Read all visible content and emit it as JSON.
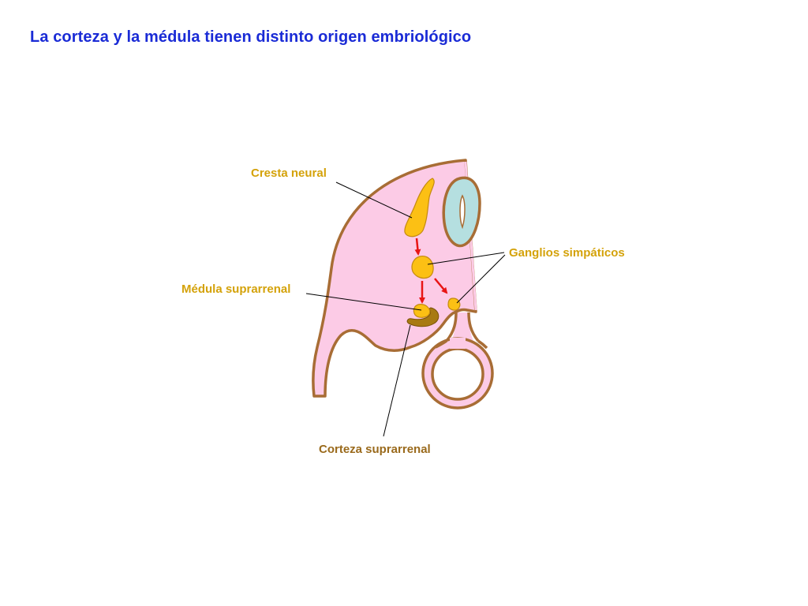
{
  "title": "La corteza y la médula tienen distinto origen embriológico",
  "labels": {
    "neural_crest": "Cresta neural",
    "sympathetic_ganglia": "Ganglios simpáticos",
    "adrenal_medulla": "Médula suprarrenal",
    "adrenal_cortex": "Corteza suprarrenal"
  },
  "colors": {
    "title": "#1a2bd6",
    "label_yellow": "#d4a20a",
    "label_brown": "#9a6a1c",
    "embryo_fill": "#fccbe6",
    "embryo_outline": "#a86d35",
    "neural_tube_fill": "#b5dfe0",
    "neural_tube_outline": "#a86d35",
    "crest_fill": "#fcc014",
    "crest_outline": "#c48a10",
    "cortex_fill": "#a87a12",
    "arrow": "#e81515",
    "leader_line": "#000000"
  }
}
